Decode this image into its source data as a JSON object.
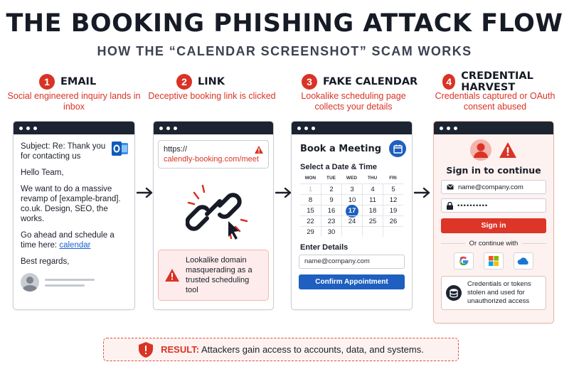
{
  "title": "THE BOOKING PHISHING ATTACK FLOW",
  "subtitle": "HOW THE “CALENDAR SCREENSHOT” SCAM WORKS",
  "steps": [
    {
      "num": "1",
      "title": "EMAIL",
      "desc": "Social engineered inquiry lands in inbox"
    },
    {
      "num": "2",
      "title": "LINK",
      "desc": "Deceptive booking link is clicked"
    },
    {
      "num": "3",
      "title": "FAKE CALENDAR",
      "desc": "Lookalike scheduling page collects your details"
    },
    {
      "num": "4",
      "title": "CREDENTIAL HARVEST",
      "desc": "Credentials captured or OAuth consent abused"
    }
  ],
  "email": {
    "subject": "Subject: Re: Thank you for contacting us",
    "greeting": "Hello Team,",
    "body": "We want to do a massive revamp of [example-brand]. co.uk. Design, SEO, the works.",
    "cta": "Go ahead and schedule a time here:",
    "link": "calendar",
    "closing": "Best regards,"
  },
  "link": {
    "url_prefix": "https://",
    "url_domain": "calendly-booking.com/meet",
    "warning": "Lookalike domain masquerading as a trusted scheduling tool"
  },
  "calendar": {
    "title": "Book a Meeting",
    "select_label": "Select a Date & Time",
    "days": [
      "MON",
      "TUE",
      "WED",
      "THU",
      "FRI"
    ],
    "dates": [
      "1",
      "2",
      "3",
      "4",
      "5",
      "8",
      "9",
      "10",
      "11",
      "12",
      "15",
      "16",
      "17",
      "18",
      "19",
      "22",
      "23",
      "24",
      "25",
      "26",
      "29",
      "30",
      "",
      "",
      ""
    ],
    "selected": "17",
    "enter_label": "Enter Details",
    "email_value": "name@company.com",
    "confirm": "Confirm Appointment"
  },
  "harvest": {
    "signin": "Sign in to continue",
    "email_value": "name@company.com",
    "password_value": "••••••••••",
    "signin_button": "Sign in",
    "or_text": "Or continue with",
    "stolen_text": "Credentials or tokens stolen and used for unauthorized access"
  },
  "result": {
    "label": "RESULT:",
    "text": "Attackers gain access to accounts, data, and systems."
  },
  "colors": {
    "accent": "#d93325",
    "navy": "#1c2331",
    "blue": "#1e5fbf"
  }
}
